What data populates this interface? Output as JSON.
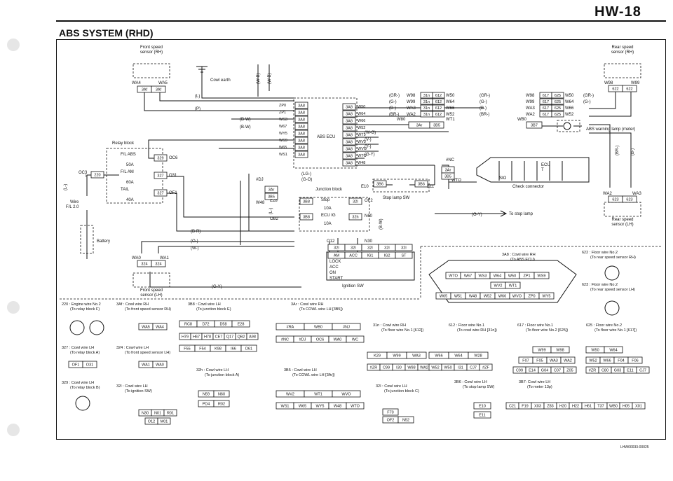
{
  "header": {
    "code": "HW-18",
    "title": "ABS SYSTEM (RHD)"
  },
  "footer_code": "LHW00033-00025",
  "sensors": {
    "front_rh": {
      "title": [
        "Front speed",
        "sensor (RH)"
      ],
      "pins": [
        "WA4",
        "WA5"
      ],
      "plugs": [
        "3Af",
        "3Af"
      ]
    },
    "front_lh": {
      "title": [
        "Front speed",
        "sensor (LH)"
      ],
      "pins": [
        "WA0",
        "WA1"
      ],
      "plugs": [
        "324",
        "324"
      ]
    },
    "rear_rh": {
      "title": [
        "Rear speed",
        "sensor (RH)"
      ],
      "pins": [
        "W98",
        "W99"
      ],
      "plugs": [
        "622",
        "622"
      ]
    },
    "rear_lh": {
      "title": [
        "Rear speed",
        "sensor (LH)"
      ],
      "pins": [
        "WA2",
        "WA3"
      ],
      "plugs": [
        "623",
        "623"
      ]
    }
  },
  "labels": {
    "cowl_earth": "Cowl earth",
    "relay_block": "Relay block",
    "abs_ecu": "ABS ECU",
    "junction_block": "Junction block",
    "stop_lamp_sw": "Stop lamp SW",
    "abs_warning_lamp": "ABS warning lamp (meter)",
    "check_connector": "Check connector",
    "to_stop_lamp": "To stop lamp",
    "battery": "Battery",
    "wire_fl": [
      "Wire",
      "F/L 2.0"
    ],
    "ignition_sw": "Ignition SW",
    "ecu": "ECU",
    "ecu_t": "T",
    "sio": "SIO",
    "e10": "E10",
    "e11": "E11",
    "e28": "E28",
    "w48": "W48",
    "ob2": "OB2",
    "wto": "WTO",
    "inc": "#NC",
    "idj": "#DJ",
    "o12": "O12",
    "n30": "N30",
    "w80": "W80",
    "wb0": "WB0",
    "wt1": "WT1",
    "oc3": "OC3"
  },
  "relay": {
    "fuses": [
      {
        "name": "F/L ABS",
        "amp": "50A",
        "plug": "329",
        "pin": "OC6"
      },
      {
        "name": "F/L AM",
        "amp": "60A",
        "plug": "327",
        "pin": "O31"
      },
      {
        "name": "TAIL",
        "amp": "40A",
        "plug": "327",
        "pin": "OF1"
      }
    ],
    "plug_220": "220",
    "pin_i": "I"
  },
  "junction": {
    "fuses": [
      {
        "name": "Stop",
        "amp": "10A",
        "plug_l": "3B8",
        "plug_r": "32I",
        "pin": "OF2"
      },
      {
        "name": "ECU IG",
        "amp": "10A",
        "plug_l": "3B8",
        "plug_r": "32h",
        "pin": "N60"
      }
    ],
    "plugs_top": [
      "3Ar",
      "3B5"
    ],
    "stop_plug_l": "3B6",
    "stop_plug_r": "3B6"
  },
  "ignition": {
    "plugs": [
      "32I",
      "32I",
      "32I",
      "32I",
      "32I"
    ],
    "terminals": [
      "AM",
      "ACC",
      "IG1",
      "IG2",
      "ST"
    ],
    "positions": [
      "LOCK",
      "ACC",
      "ON",
      "START"
    ]
  },
  "ecu_pins": [
    "ZP0",
    "ZP1",
    "WS3",
    "W67",
    "WY5",
    "WS9",
    "W65",
    "WS1"
  ],
  "ecu_pins_right": [
    "W50",
    "W64",
    "W66",
    "W52",
    "WT1",
    "WV2",
    "WVO",
    "WTO",
    "W48"
  ],
  "ecu_plug": "3A8",
  "rear_block": {
    "rows": [
      {
        "color": "(GR-)",
        "pin": "W98",
        "p1": "31n",
        "p2": "612",
        "w": "W50",
        "c2": "(GR-)",
        "pin2": "W98",
        "q1": "617",
        "q2": "625",
        "w2": "W50",
        "c3": "(GR-)"
      },
      {
        "color": "(G-)",
        "pin": "W99",
        "p1": "31n",
        "p2": "612",
        "w": "W64",
        "c2": "(G-)",
        "pin2": "W99",
        "q1": "617",
        "q2": "625",
        "w2": "W64",
        "c3": "(G-)"
      },
      {
        "color": "(B-)",
        "pin": "WA3",
        "p1": "31n",
        "p2": "612",
        "w": "W66",
        "c2": "(B-)",
        "pin2": "WA3",
        "q1": "617",
        "q2": "625",
        "w2": "W66",
        "c3": ""
      },
      {
        "color": "(BR-)",
        "pin": "WA2",
        "p1": "31n",
        "p2": "612",
        "w": "W52",
        "c2": "(BR-)",
        "pin2": "WA2",
        "q1": "617",
        "q2": "625",
        "w2": "W52",
        "c3": ""
      }
    ]
  },
  "wire_colors": {
    "l": "(L)",
    "p": "(P)",
    "bw": "(B-W)",
    "bw2": "(B-W)",
    "wg": "(W-G)",
    "v": "(V-)",
    "y": "(Y-)",
    "gy": "(G-Y)",
    "gy2": "(G-Y)",
    "gy3": "(G-Y)",
    "lg": "(LG-)",
    "go": "(G-O)",
    "br": "(B-R)",
    "o": "(O-)",
    "w": "(W-)",
    "wb": "(W-B)",
    "wb2": "(W-B)",
    "bw3": "(B-W)",
    "l_left": "(L-)",
    "l_mid": "(L-)",
    "br_right": "(BR-)",
    "b_right": "(B-)"
  },
  "legend_left": [
    {
      "text": [
        "220 : Engine wire No.2",
        "(To relay block F)"
      ]
    },
    {
      "text": [
        "3Af : Cowl wire RH",
        "(To front speed sensor RH)"
      ]
    },
    {
      "text": [
        "3B8 : Cowl wire LH",
        "(To junction block E)"
      ]
    },
    {
      "text": [
        "3Ar : Cowl wire RH",
        "(To COWL wire LH [3B5])"
      ]
    },
    {
      "text": [
        "327 : Cowl wire LH",
        "(To relay block A)"
      ]
    },
    {
      "text": [
        "324 : Cowl wire LH",
        "(To front speed sensor LH)"
      ]
    },
    {
      "text": [
        "32h : Cowl wire LH",
        "(To junction block A)"
      ]
    },
    {
      "text": [
        "3B5 : Cowl wire LH",
        "(To COWL wire LH [3Ar])"
      ]
    },
    {
      "text": [
        "329 : Cowl wire LH",
        "(To relay block B)"
      ]
    },
    {
      "text": [
        "32I : Cowl wire LH",
        "(To ignition SW)"
      ]
    },
    {
      "text": [
        "31n : Cowl wire RH",
        "(To floor wire No.1 [612])"
      ]
    },
    {
      "text": [
        "612 : Floor wire No.1",
        "(To cowl wire RH [31n])"
      ]
    },
    {
      "text": [
        "617 : Floor wire No.1",
        "(To floor wire No.2 [625])"
      ]
    },
    {
      "text": [
        "625 : Floor wire No.2",
        "(To floor wire No.1 [617])"
      ]
    },
    {
      "text": [
        "32I : Cowl wire LH",
        "(To junction block C)"
      ]
    },
    {
      "text": [
        "3B6 : Cowl wire LH",
        "(To stop lamp SW)"
      ]
    },
    {
      "text": [
        "3B7: Cowl wire LH",
        "(To meter 13p)"
      ]
    },
    {
      "text": [
        "3A8 : Cowl wire RH",
        "(To ABS ECU)"
      ]
    },
    {
      "text": [
        "622 : Floor wire No.2",
        "(To rear speed sensor RH)"
      ]
    },
    {
      "text": [
        "623 : Floor wire No.2",
        "(To rear speed sensor LH)"
      ]
    }
  ],
  "connectors": {
    "c220": [
      "OC3",
      "8"
    ],
    "c3af": [
      "WA5",
      "WA4"
    ],
    "c327": [
      "OF1",
      "O31"
    ],
    "c324": [
      "WA1",
      "WA0"
    ],
    "c329": [
      "OC6"
    ],
    "c3b8_top": [
      "RC8",
      "D72",
      "D58",
      "E28"
    ],
    "c3b8_mid": [
      "H79",
      "H67",
      "H78",
      "CE7",
      "Q17",
      "QB2",
      "A98"
    ],
    "c3b8_bot": [
      "F55",
      "F54",
      "K98",
      "I66",
      "D61"
    ],
    "c32h": [
      "N59",
      "N60",
      "PD4",
      "R02"
    ],
    "c32i_ign": [
      "N30",
      "N01",
      "R01",
      "O12",
      "M01"
    ],
    "c3ar_top": [
      "#RA",
      "WB0",
      "#NJ"
    ],
    "c3ar_bot": [
      "#NC",
      "#DJ",
      "OC6",
      "WA0",
      "WC"
    ],
    "c3b5_top": [
      "WV2",
      "WT1",
      "WVO"
    ],
    "c3b5_bot": [
      "WS1",
      "W65",
      "WY5",
      "W48",
      "WTO"
    ],
    "c31n_top": [
      "K29",
      "W99",
      "WA3"
    ],
    "c31n_bot": [
      "#ZR",
      "C99",
      "I30",
      "W98",
      "WA2"
    ],
    "c612_top": [
      "W66",
      "W64",
      "W28"
    ],
    "c612_bot": [
      "W52",
      "W50",
      "I31",
      "CJ7",
      "#ZF"
    ],
    "c617_top": [
      "W99",
      "W98"
    ],
    "c617_mid": [
      "F07",
      "F05",
      "WA3",
      "WA2"
    ],
    "c617_bot": [
      "C99",
      "E14",
      "G04",
      "C07",
      "Z05"
    ],
    "c625_top": [
      "W50",
      "W64"
    ],
    "c625_mid": [
      "W52",
      "W66",
      "F04",
      "F06"
    ],
    "c625_bot": [
      "#ZR",
      "C80",
      "G03",
      "E11",
      "CJ7"
    ],
    "c32i_jb": [
      "F70",
      "OF2",
      "N52"
    ],
    "c3b6": [
      "E10",
      "E11"
    ],
    "c3b7": [
      "C21",
      "F19",
      "X03",
      "Z83",
      "H20",
      "H22",
      "H61",
      "T37",
      "WB0",
      "H05",
      "X01"
    ],
    "c3a8_top": [
      "WTO",
      "W67",
      "WS3",
      "W64",
      "W50",
      "ZP1",
      "WS9"
    ],
    "c3a8_mid": [
      "WV2",
      "WT1"
    ],
    "c3a8_bot": [
      "W65",
      "W51",
      "W48",
      "W52",
      "W66",
      "WVO",
      "ZP0",
      "WY5"
    ],
    "c622": [
      "W99",
      "W98"
    ],
    "c623": [
      "WA3",
      "WA2"
    ]
  }
}
